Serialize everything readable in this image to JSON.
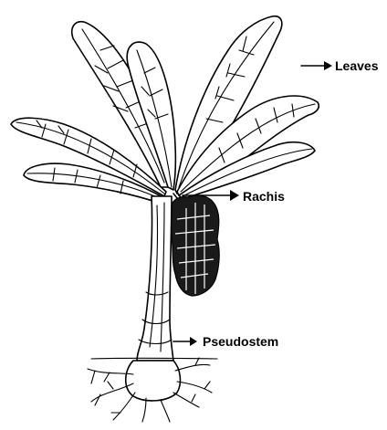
{
  "diagram": {
    "subject": "banana plant line drawing",
    "labels": {
      "leaves": "Leaves",
      "rachis": "Rachis",
      "pseudostem": "Pseudostem"
    },
    "colors": {
      "ink": "#000000",
      "background": "#ffffff",
      "fruit_bunch": "#1a1a1a"
    }
  }
}
